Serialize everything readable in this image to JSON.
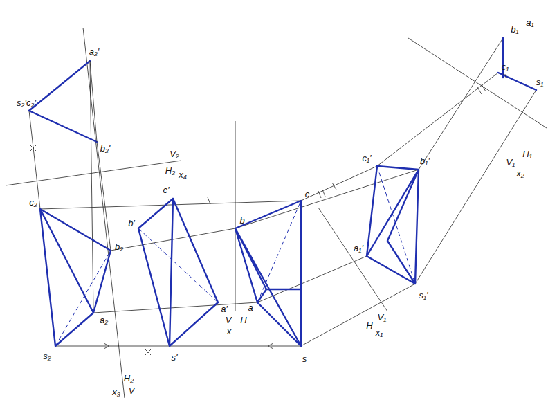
{
  "diagram": {
    "labels": [
      "s₂'c₂'",
      "a₂'",
      "b₂'",
      "x₄",
      "H₂",
      "V₂",
      "c₂",
      "b₂",
      "a₂",
      "s₂",
      "H₂",
      "V",
      "x₃",
      "c'",
      "b'",
      "a'",
      "s'",
      "V",
      "H",
      "x",
      "b",
      "c",
      "a",
      "s",
      "H",
      "V₁",
      "x₁",
      "c₁'",
      "b₁'",
      "a₁'",
      "s₁'",
      "c₁",
      "b₁",
      "a₁",
      "s₁",
      "x₂",
      "V₁",
      "H₁"
    ]
  }
}
